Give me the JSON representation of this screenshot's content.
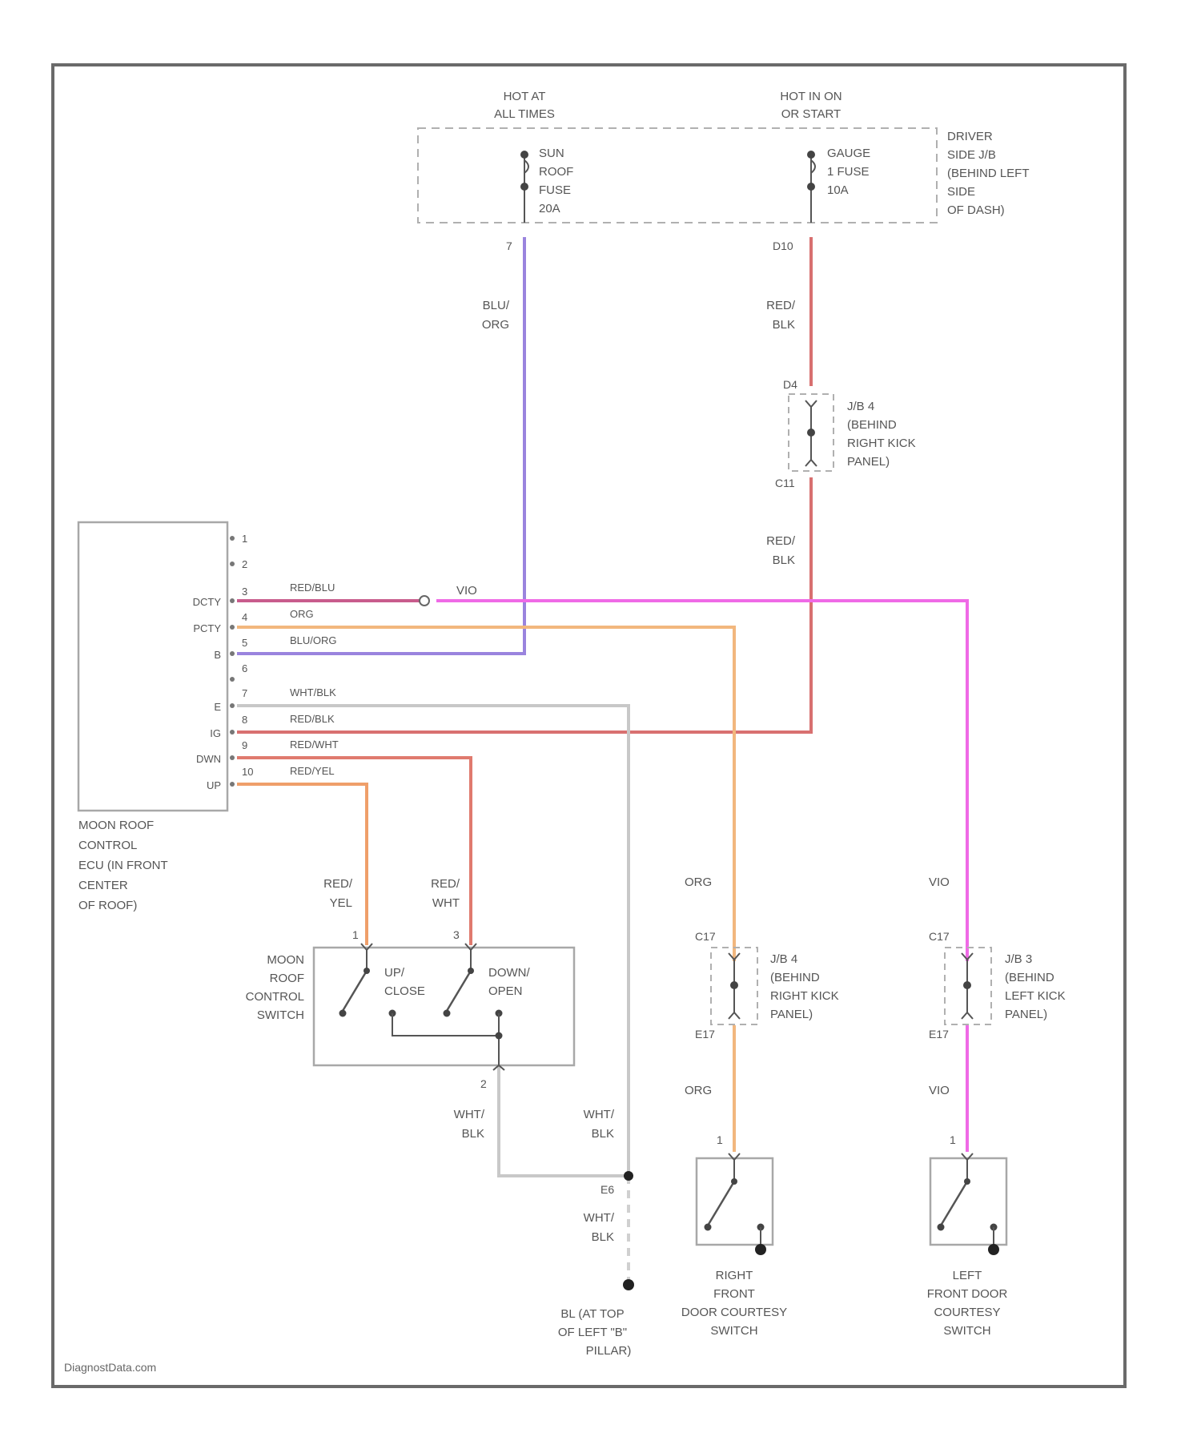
{
  "colors": {
    "purple": "#9a84de",
    "red": "#d87070",
    "magenta": "#ef6ae6",
    "orange": "#f2b77e",
    "gray": "#c8c8c8",
    "dark_orange": "#ef9f6a",
    "frame": "#6a6a6a"
  },
  "power": {
    "left_top": [
      "HOT AT",
      "ALL TIMES"
    ],
    "right_top": [
      "HOT IN ON",
      "OR START"
    ],
    "fuse_left": [
      "SUN",
      "ROOF",
      "FUSE",
      "20A"
    ],
    "fuse_right": [
      "GAUGE",
      "1 FUSE",
      "10A"
    ],
    "jb_label": [
      "DRIVER",
      "SIDE J/B",
      "(BEHIND LEFT",
      "SIDE",
      "OF DASH)"
    ],
    "pin_left": "7",
    "pin_right": "D10"
  },
  "wires": {
    "blu_org": [
      "BLU/",
      "ORG"
    ],
    "red_blk_a": [
      "RED/",
      "BLK"
    ],
    "red_blk_b": [
      "RED/",
      "BLK"
    ],
    "org_r": "ORG",
    "org_r2": "ORG",
    "vio_r": "VIO",
    "vio_r2": "VIO",
    "red_yel": [
      "RED/",
      "YEL"
    ],
    "red_wht": [
      "RED/",
      "WHT"
    ],
    "wht_blk_a": [
      "WHT/",
      "BLK"
    ],
    "wht_blk_b": [
      "WHT/",
      "BLK"
    ],
    "wht_blk_c": [
      "WHT/",
      "BLK"
    ],
    "vio_h": "VIO"
  },
  "jb4_top": {
    "label": [
      "J/B 4",
      "(BEHIND",
      "RIGHT KICK",
      "PANEL)"
    ],
    "pin_top": "D4",
    "pin_bottom": "C11"
  },
  "ecu": {
    "label": [
      "MOON ROOF",
      "CONTROL",
      "ECU (IN FRONT",
      "CENTER",
      "OF ROOF)"
    ],
    "pins": [
      {
        "num": "1",
        "name": "",
        "wire": ""
      },
      {
        "num": "2",
        "name": "",
        "wire": ""
      },
      {
        "num": "3",
        "name": "DCTY",
        "wire": "RED/BLU"
      },
      {
        "num": "4",
        "name": "PCTY",
        "wire": "ORG"
      },
      {
        "num": "5",
        "name": "B",
        "wire": "BLU/ORG"
      },
      {
        "num": "6",
        "name": "",
        "wire": ""
      },
      {
        "num": "7",
        "name": "",
        "wire": "WHT/BLK"
      },
      {
        "num": "8",
        "name": "E",
        "wire": "RED/BLK"
      },
      {
        "num": "9",
        "name": "IG",
        "wire": "RED/WHT"
      },
      {
        "num": "",
        "name": "DWN",
        "wire": ""
      },
      {
        "num": "10",
        "name": "UP",
        "wire": "RED/YEL"
      }
    ]
  },
  "switch": {
    "label": [
      "MOON",
      "ROOF",
      "CONTROL",
      "SWITCH"
    ],
    "up": [
      "UP/",
      "CLOSE"
    ],
    "down": [
      "DOWN/",
      "OPEN"
    ],
    "pin1": "1",
    "pin3": "3",
    "pin2": "2"
  },
  "jb4_bottom": {
    "label": [
      "J/B 4",
      "(BEHIND",
      "RIGHT KICK",
      "PANEL)"
    ],
    "pin_top": "C17",
    "pin_bottom": "E17"
  },
  "jb3": {
    "label": [
      "J/B 3",
      "(BEHIND",
      "LEFT KICK",
      "PANEL)"
    ],
    "pin_top": "C17",
    "pin_bottom": "E17"
  },
  "ground": {
    "splice": "E6",
    "label": [
      "BL (AT TOP",
      "OF LEFT \"B\"",
      "PILLAR)"
    ]
  },
  "rf_switch": {
    "label": [
      "RIGHT",
      "FRONT",
      "DOOR COURTESY",
      "SWITCH"
    ],
    "pin": "1"
  },
  "lf_switch": {
    "label": [
      "LEFT",
      "FRONT DOOR",
      "COURTESY",
      "SWITCH"
    ],
    "pin": "1"
  },
  "footer": "DiagnostData.com"
}
